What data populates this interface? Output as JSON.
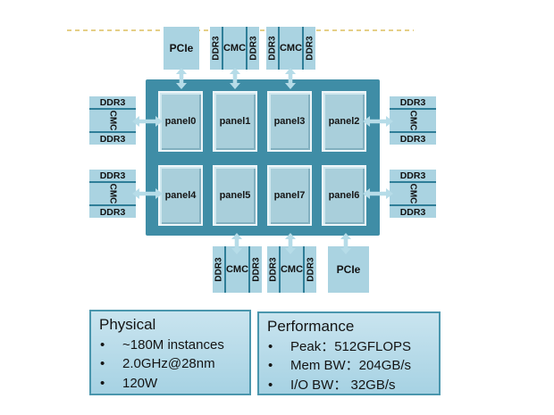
{
  "colors": {
    "chip_teal": "#3f8da6",
    "io_block_blue": "#aad3e1",
    "panel_blue": "#a9cfdb",
    "separator_teal": "#2f7e98",
    "arrow_blue": "#b6dce8",
    "dashed_line_gold": "#e5cf86",
    "infobox_border_teal": "#4a96ad",
    "infobox_fill_blue": "#b7dcea"
  },
  "labels": {
    "pcie": "PCIe",
    "cmc": "CMC",
    "ddr3": "DDR3",
    "bullet": "•"
  },
  "chip": {
    "panels": [
      "panel0",
      "panel1",
      "panel3",
      "panel2",
      "panel4",
      "panel5",
      "panel7",
      "panel6"
    ]
  },
  "info_boxes": {
    "physical": {
      "title": "Physical",
      "items": [
        "~180M instances",
        "2.0GHz@28nm",
        "120W"
      ]
    },
    "performance": {
      "title": "Performance",
      "items": [
        "Peak：512GFLOPS",
        "Mem BW：204GB/s",
        "I/O BW： 32GB/s"
      ]
    }
  }
}
